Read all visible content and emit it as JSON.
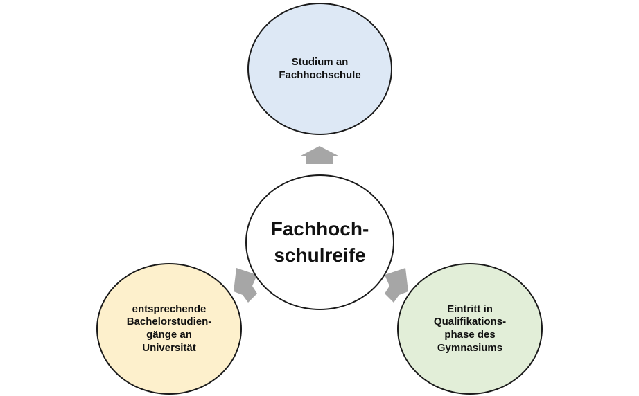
{
  "diagram": {
    "center": {
      "label": "Fachhoch-\nschulreife"
    },
    "outcomes": [
      {
        "key": "top",
        "label": "Studium an\nFachhochschule",
        "fill": "#dde8f5"
      },
      {
        "key": "left",
        "label": "entsprechende\nBachelorstudien-\ngänge an\nUniversität",
        "fill": "#fdf0cc"
      },
      {
        "key": "right",
        "label": "Eintritt in\nQualifikations-\nphase des\nGymnasiums",
        "fill": "#e2eed8"
      }
    ],
    "center_fill": "#ffffff",
    "arrow_color": "#a6a6a6",
    "outline_color": "#1a1a1a"
  }
}
